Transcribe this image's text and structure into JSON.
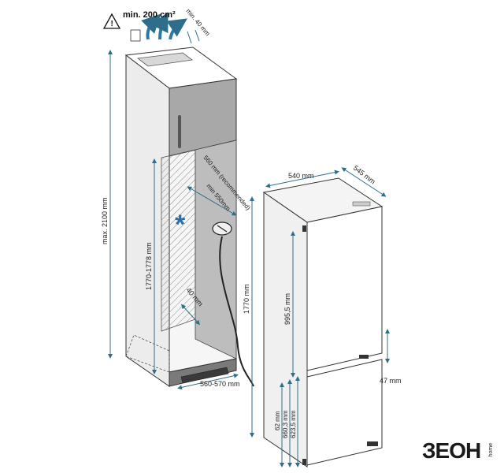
{
  "labels": {
    "min_area": "min. 200 cm²",
    "min_40_top": "min. 40 mm",
    "max_height": "max. 2100 mm",
    "niche_height": "1770-1778 mm",
    "gap_recommended": "560 mm (recommended)",
    "gap_min": "min 550mm",
    "side_40": "40 mm",
    "niche_width": "560-570 mm",
    "width_540": "540 mm",
    "depth_545": "545 mm",
    "height_1770": "1770 mm",
    "height_995": "995,5 mm",
    "dim_47": "47 mm",
    "dim_62": "62 mm",
    "dim_660": "660,3 mm",
    "dim_623": "623,5 mm"
  },
  "logo": {
    "text": "ЗЕОН",
    "sub": "home"
  },
  "colors": {
    "dimension_line": "#2e6e8a",
    "asterisk": "#2a6fa8",
    "cabinet_grey": "#9a9a9a",
    "door_grey": "#a9a9a9"
  }
}
